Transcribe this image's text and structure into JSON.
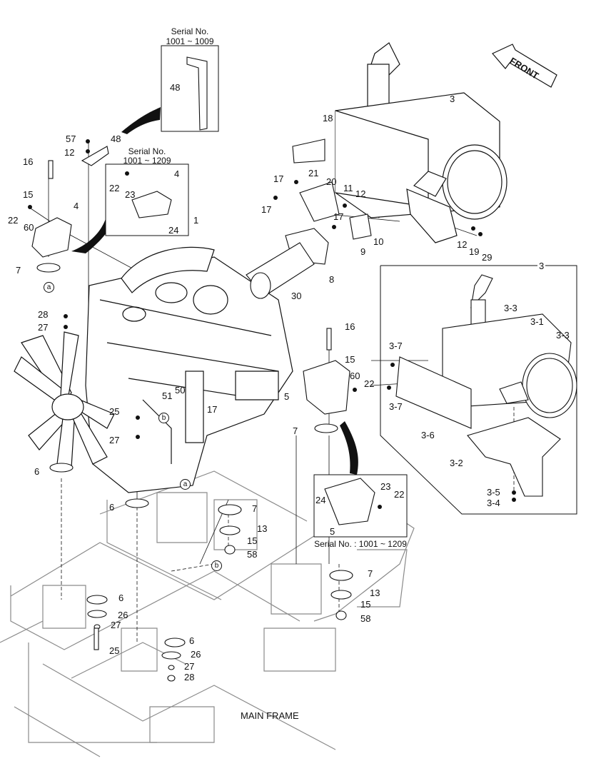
{
  "insets": {
    "serial_top": "Serial No.\n1001 ~ 1009",
    "serial_bracket": "Serial No.\n1001 ~ 1209",
    "serial_bottom": "Serial No. : 1001 ~ 1209",
    "muffler_callout": "3"
  },
  "front_label": "FRONT",
  "main_frame_label": "MAIN FRAME",
  "circled_refs": [
    "a",
    "a",
    "b",
    "b"
  ],
  "part_labels": [
    "48",
    "57",
    "12",
    "48",
    "16",
    "15",
    "22",
    "60",
    "4",
    "7",
    "22",
    "23",
    "4",
    "24",
    "1",
    "18",
    "3",
    "17",
    "21",
    "20",
    "11",
    "12",
    "17",
    "17",
    "9",
    "10",
    "12",
    "19",
    "29",
    "8",
    "30",
    "28",
    "27",
    "16",
    "15",
    "60",
    "22",
    "5",
    "51",
    "50",
    "17",
    "25",
    "27",
    "7",
    "6",
    "6",
    "23",
    "22",
    "24",
    "5",
    "7",
    "13",
    "15",
    "58",
    "7",
    "13",
    "15",
    "58",
    "6",
    "26",
    "27",
    "25",
    "6",
    "26",
    "27",
    "28",
    "3-3",
    "3-1",
    "3-3",
    "3-7",
    "3-7",
    "3-6",
    "3-2",
    "3-5",
    "3-4"
  ],
  "colors": {
    "line": "#111111",
    "frame": "#8a8a8a",
    "fill": "#ffffff",
    "dark": "#222222"
  }
}
